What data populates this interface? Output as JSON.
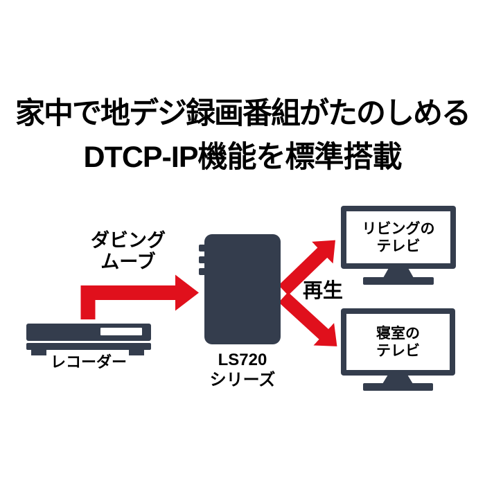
{
  "title": {
    "line1": "家中で地デジ録画番組がたのしめる",
    "line2": "DTCP-IP機能を標準搭載"
  },
  "diagram": {
    "recorder": {
      "label": "レコーダー"
    },
    "transfer_arrow": {
      "label_line1": "ダビング",
      "label_line2": "ムーブ"
    },
    "nas": {
      "label_line1": "LS720",
      "label_line2": "シリーズ"
    },
    "playback": {
      "label": "再生"
    },
    "tv_living": {
      "label_line1": "リビングの",
      "label_line2": "テレビ"
    },
    "tv_bedroom": {
      "label_line1": "寝室の",
      "label_line2": "テレビ"
    }
  },
  "icons": {
    "recorder": "recorder-icon",
    "nas": "nas-icon",
    "tv_living": "tv-icon",
    "tv_bedroom": "tv-icon",
    "transfer_arrow": "elbow-right-arrow-icon",
    "playback_up": "up-right-arrow-icon",
    "playback_down": "down-right-arrow-icon"
  },
  "colors": {
    "accent_red": "#e0101c",
    "device_navy": "#343d4d",
    "text_black": "#000000",
    "background": "#ffffff"
  }
}
